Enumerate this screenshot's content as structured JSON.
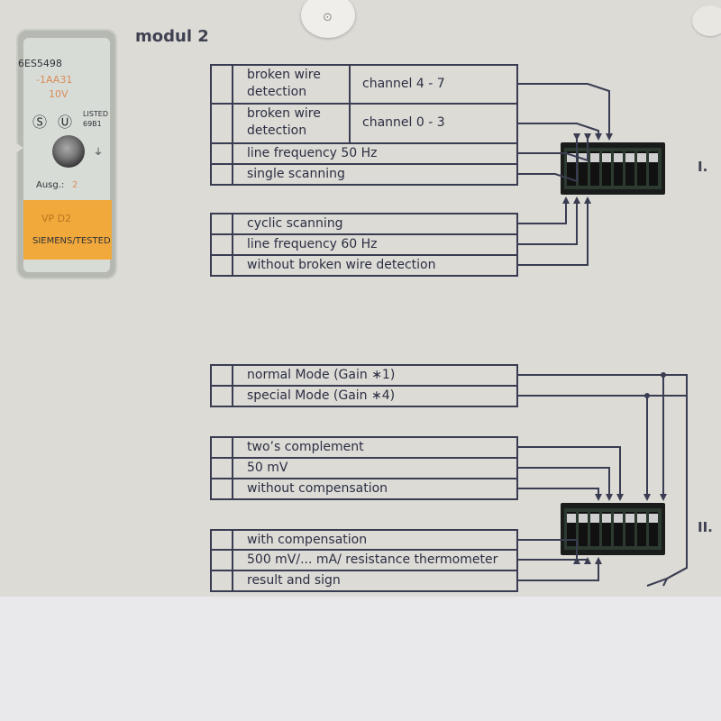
{
  "title": "modul 2",
  "label": {
    "part_number": "6ES5498",
    "part_suffix": "-1AA31",
    "voltage": "10V",
    "listed": "LISTED",
    "listed_code": "69B1",
    "ausg_label": "Ausg.:",
    "ausg_value": "2",
    "vp": "VP D2",
    "brand": "SIEMENS/TESTED"
  },
  "groups": {
    "top": {
      "roman": "I.",
      "rows": [
        {
          "label": "broken wire\ndetection",
          "value": "channel  4 - 7"
        },
        {
          "label": "broken wire\ndetection",
          "value": "channel  0 - 3"
        },
        {
          "label": "line frequency  50 Hz",
          "value": ""
        },
        {
          "label": "single scanning",
          "value": ""
        },
        {
          "label": "cyclic scanning",
          "value": ""
        },
        {
          "label": "line frequency  60 Hz",
          "value": ""
        },
        {
          "label": "without broken wire detection",
          "value": ""
        }
      ]
    },
    "bottom": {
      "roman": "II.",
      "rows": [
        {
          "label": "normal Mode (Gain ∗1)"
        },
        {
          "label": "special Mode (Gain ∗4)"
        },
        {
          "label": "two’s complement"
        },
        {
          "label": "50 mV"
        },
        {
          "label": "without compensation"
        },
        {
          "label": "with compensation"
        },
        {
          "label": "500 mV/... mA/ resistance thermometer"
        },
        {
          "label": "result and sign"
        }
      ]
    }
  },
  "colors": {
    "panel": "#dcdbd6",
    "ink": "#3a3c52",
    "switch_body": "#1a1c1c",
    "switch_window": "#2c3a30",
    "label_orange": "#f2a93c"
  }
}
